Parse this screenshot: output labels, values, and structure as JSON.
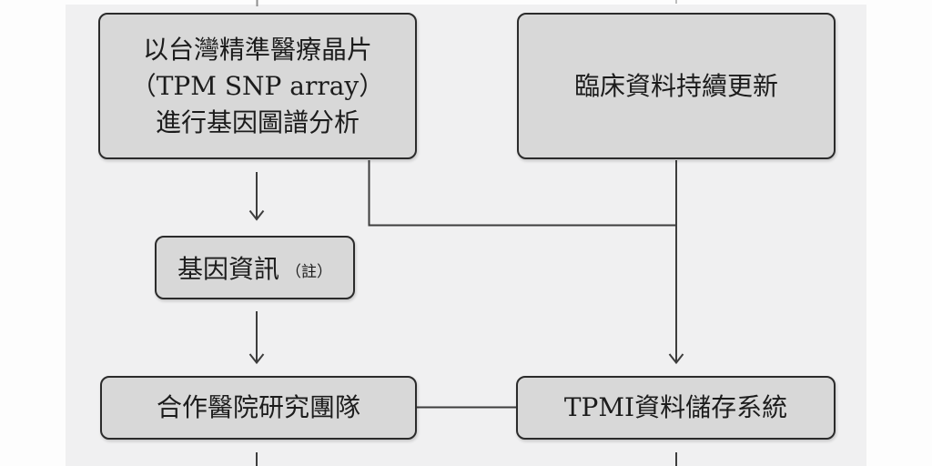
{
  "diagram": {
    "type": "flowchart",
    "colors": {
      "page_background": "#fdfdfd",
      "canvas_background": "#f0f0f1",
      "node_fill": "#d8d8d8",
      "node_border": "#2b2b2b",
      "connector_line": "#3d3d3d",
      "text": "#1c1c1c"
    },
    "nodes": {
      "tpm_chip": {
        "line1": "以台灣精準醫療晶片",
        "line2": "（TPM SNP array）",
        "line3": "進行基因圖譜分析"
      },
      "clinical": {
        "label": "臨床資料持續更新"
      },
      "genetic_info": {
        "label": "基因資訊",
        "note": "（註）"
      },
      "hospital_team": {
        "label": "合作醫院研究團隊"
      },
      "tpmi_storage": {
        "label": "TPMI資料儲存系統"
      }
    },
    "edges": [
      "tpm_chip -> genetic_info (arrow down)",
      "tpm_chip -> clinical line junction (elbow right)",
      "clinical -> tpmi_storage (arrow down)",
      "genetic_info -> hospital_team (arrow down)",
      "hospital_team - tpmi_storage (plain horizontal line)",
      "hospital_team -> below (cropped stub)",
      "tpmi_storage -> below (cropped stub)",
      "top edge cropped stubs above tpm_chip and clinical"
    ]
  }
}
